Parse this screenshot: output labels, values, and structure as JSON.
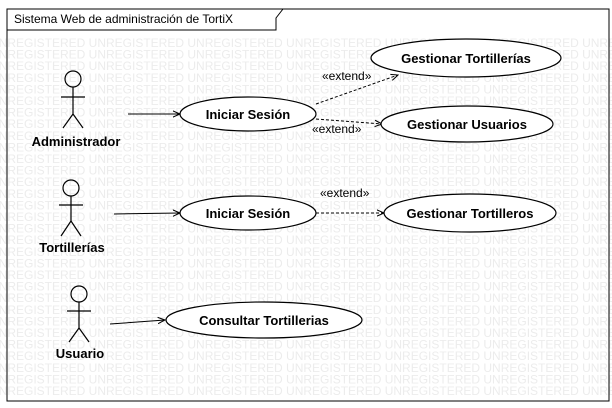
{
  "diagram": {
    "title": "Sistema Web de administración de TortiX",
    "watermark_text": "UNREGISTERED",
    "actors": {
      "administrador": "Administrador",
      "tortillerias": "Tortillerías",
      "usuario": "Usuario"
    },
    "use_cases": {
      "gestionar_tortillerias": "Gestionar Tortillerías",
      "iniciar_sesion_admin": "Iniciar Sesión",
      "gestionar_usuarios": "Gestionar Usuarios",
      "iniciar_sesion_tortillerias": "Iniciar Sesión",
      "gestionar_tortilleros": "Gestionar Tortilleros",
      "consultar_tortillerias": "Consultar Tortillerias"
    },
    "relations": {
      "extend_label": "«extend»"
    }
  }
}
